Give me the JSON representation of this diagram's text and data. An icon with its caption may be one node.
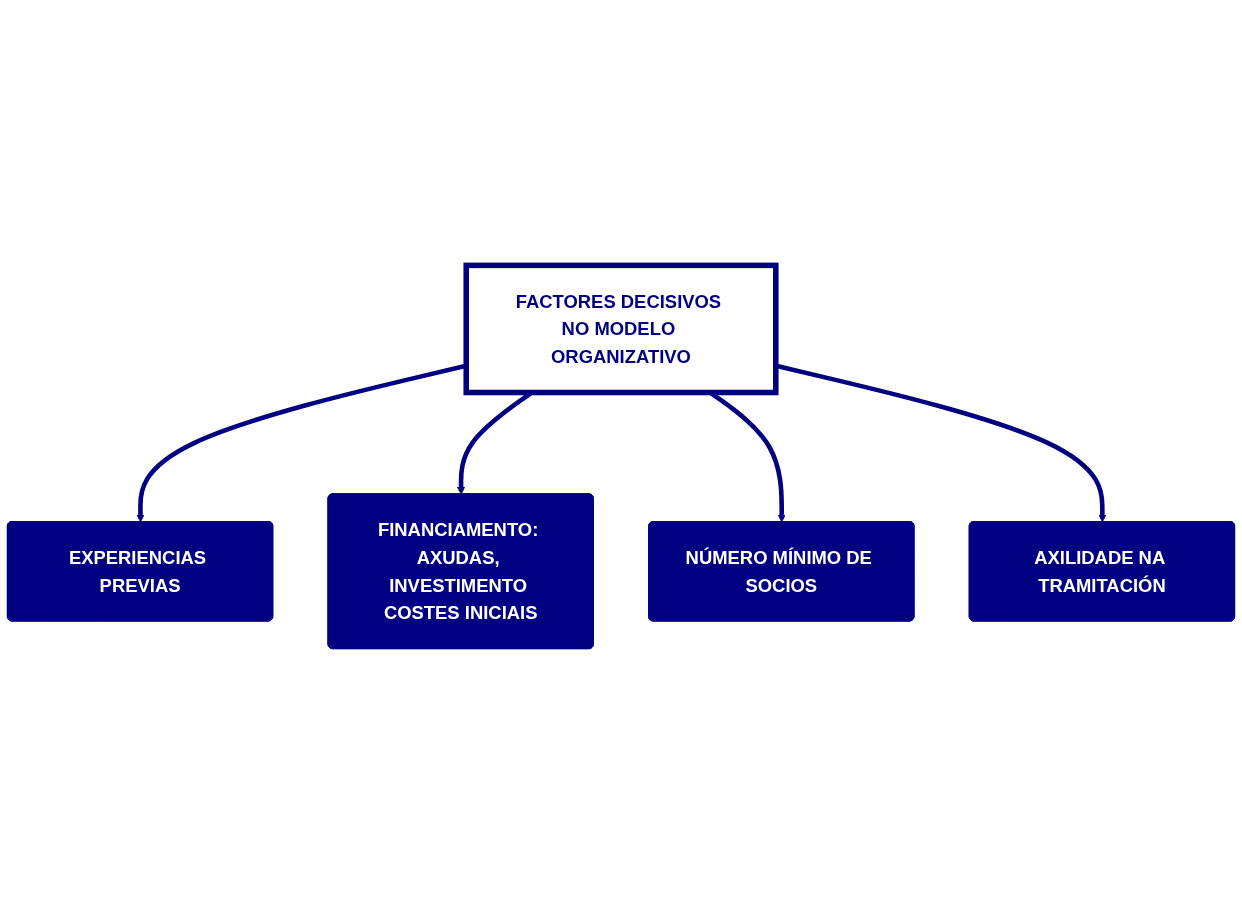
{
  "diagram": {
    "nodes": [
      {
        "text": [
          "EXPERIENCIAS PREVIAS"
        ]
      },
      {
        "text": [
          "FINANCIAMENTO: AXUDAS, INVESTIMENTO COSTES INICIAIS"
        ]
      },
      {
        "text": [
          "FACTORES DECISIVOS NO MODELO ORGANIZATIVO"
        ]
      },
      {
        "text": [
          "NÚMERO MÍNIMO DE SOCIOS"
        ]
      },
      {
        "text": [
          "AXILIDADE NA TRAMITACIÓN"
        ]
      }
    ],
    "edges": [
      {
        "from": 2,
        "to": 0,
        "arrow": "to"
      },
      {
        "from": 2,
        "to": 1,
        "arrow": "to"
      },
      {
        "from": 2,
        "to": 3,
        "arrow": "to"
      },
      {
        "from": 2,
        "to": 4,
        "arrow": "to"
      }
    ]
  }
}
